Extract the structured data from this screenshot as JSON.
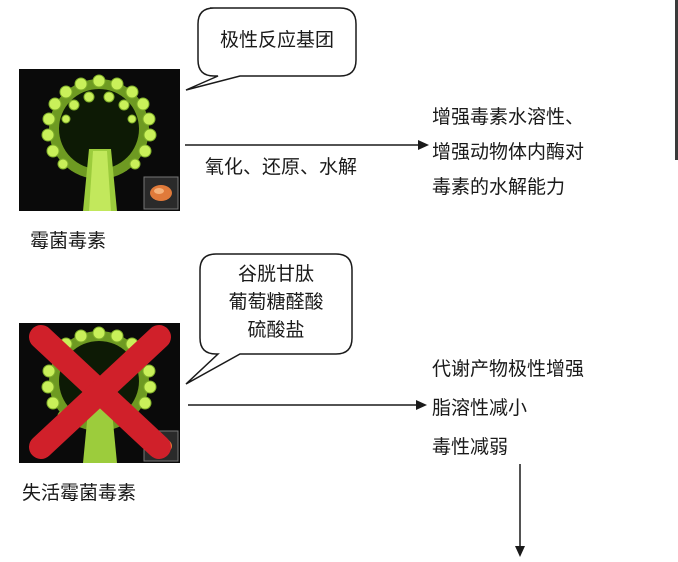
{
  "top": {
    "caption": "霉菌毒素",
    "bubble": "极性反应基团",
    "arrow_label": "氧化、还原、水解",
    "result_lines": [
      "增强毒素水溶性、",
      "增强动物体内酶对",
      "毒素的水解能力"
    ]
  },
  "bottom": {
    "caption": "失活霉菌毒素",
    "bubble_lines": [
      "谷胱甘肽",
      "葡萄糖醛酸",
      "硫酸盐"
    ],
    "result_lines": [
      "代谢产物极性增强",
      "脂溶性减小",
      "毒性减弱"
    ]
  },
  "colors": {
    "mold_green": "#b7e34a",
    "mold_dark": "#2d4a10",
    "cross_red": "#d0202a",
    "photo_bg": "#0a0a0a",
    "line": "#1a1a1a"
  },
  "icons": {
    "mold_image": "mold-spore-photo",
    "inactive_mark": "red-x-cross-icon"
  }
}
